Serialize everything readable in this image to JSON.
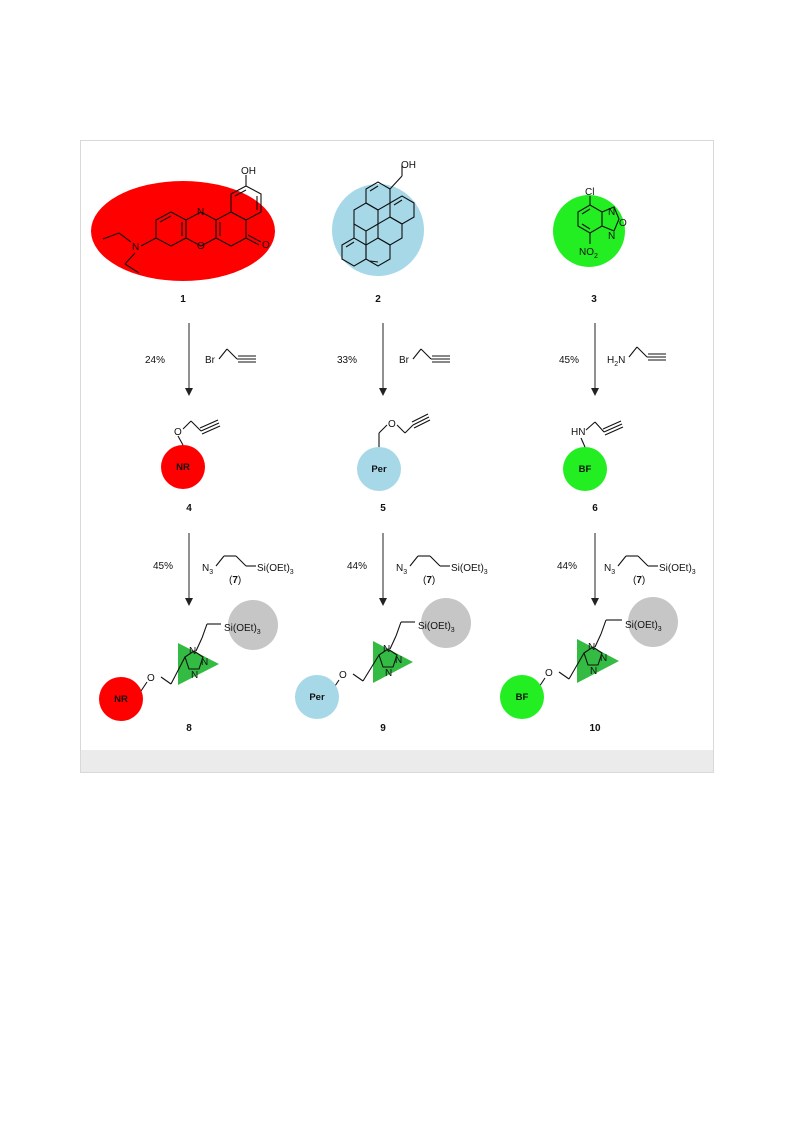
{
  "colors": {
    "nile_red": "#ff0000",
    "perylene": "#a6d8e8",
    "benzofurazan": "#22ee22",
    "triazole": "#33bb44",
    "silane": "#c6c6c6"
  },
  "compounds": {
    "c1": "1",
    "c2": "2",
    "c3": "3",
    "c4": "4",
    "c5": "5",
    "c6": "6",
    "c8": "8",
    "c9": "9",
    "c10": "10"
  },
  "dye_labels": {
    "nr": "NR",
    "per": "Per",
    "bf": "BF"
  },
  "yields": {
    "step1_nr": "24%",
    "step1_per": "33%",
    "step1_bf": "45%",
    "step2_nr": "45%",
    "step2_per": "44%",
    "step2_bf": "44%"
  },
  "atoms": {
    "oh": "OH",
    "n": "N",
    "o": "O",
    "ring_o": "O",
    "cl": "Cl",
    "no2": "NO",
    "no2_sub": "2",
    "br": "Br",
    "h2n_h": "H",
    "h2n_sub": "2",
    "h2n_n": "N",
    "hn": "HN",
    "n3": "N",
    "n3_sub": "3",
    "si": "Si(OEt)",
    "si_sub": "3",
    "reagent_num": "7",
    "triazole_n1": "N",
    "triazole_n2": "N",
    "triazole_n3": "N"
  }
}
